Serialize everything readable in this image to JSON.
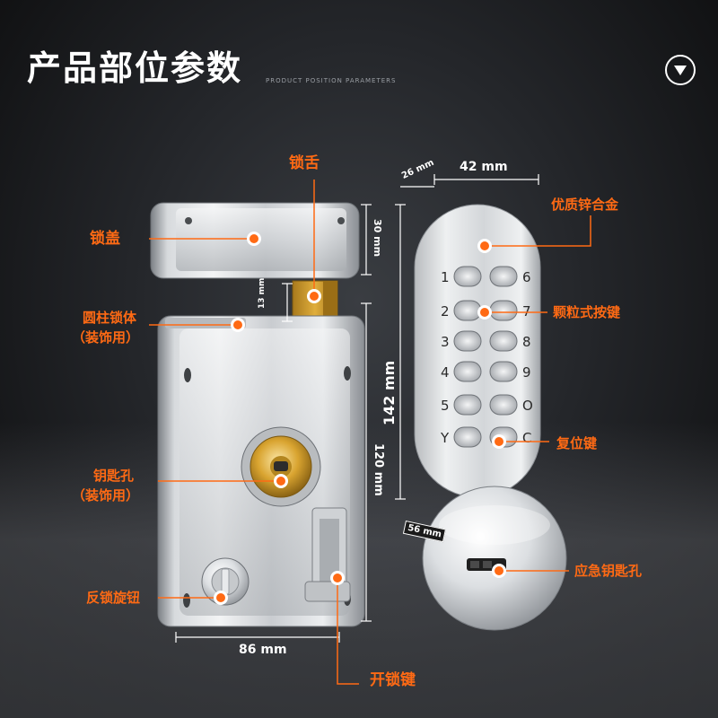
{
  "header": {
    "title": "产品部位参数",
    "subtitle": "PRODUCT POSITION PARAMETERS"
  },
  "labels": {
    "tongue": "锁舌",
    "cover": "锁盖",
    "cylinder_line1": "圆柱锁体",
    "cylinder_line2": "（装饰用）",
    "keyhole_line1": "钥匙孔",
    "keyhole_line2": "（装饰用）",
    "knob": "反锁旋钮",
    "open_key": "开锁键",
    "alloy": "优质锌合金",
    "buttons": "颗粒式按键",
    "reset": "复位键",
    "emergency": "应急钥匙孔"
  },
  "dimensions": {
    "d26": "26 mm",
    "d42": "42 mm",
    "d30": "30 mm",
    "d13": "13 mm",
    "d142": "142 mm",
    "d120": "120 mm",
    "d86": "86 mm",
    "d56": "56 mm"
  },
  "keypad": {
    "left": [
      "1",
      "2",
      "3",
      "4",
      "5",
      "Y"
    ],
    "right": [
      "6",
      "7",
      "8",
      "9",
      "O",
      "C"
    ]
  },
  "colors": {
    "accent": "#ff6a14",
    "brass": "#d9a430"
  }
}
